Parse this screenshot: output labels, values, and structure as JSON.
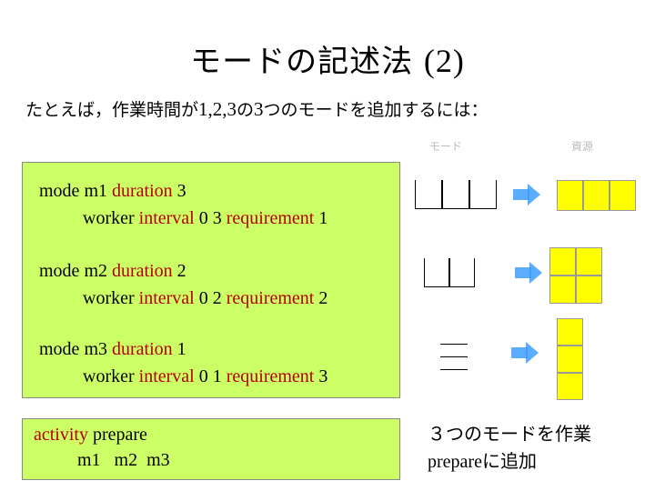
{
  "title": {
    "text": "モードの記述法 ",
    "suffix": "(2)"
  },
  "subtitle": {
    "pre": "たとえば，作業時間が",
    "nums": "1,2,3",
    "mid": "の",
    "num3": "3",
    "post": "つのモードを追加するには："
  },
  "modes": [
    {
      "kw1": "mode",
      "name": "m1",
      "kw2": "duration",
      "duration": "3",
      "res": "worker",
      "kw3": "interval",
      "interval": "0 3",
      "kw4": "requirement",
      "req": "1"
    },
    {
      "kw1": "mode",
      "name": "m2",
      "kw2": "duration",
      "duration": "2",
      "res": "worker",
      "kw3": "interval",
      "interval": "0 2",
      "kw4": "requirement",
      "req": "2"
    },
    {
      "kw1": "mode",
      "name": "m3",
      "kw2": "duration",
      "duration": "1",
      "res": "worker",
      "kw3": "interval",
      "interval": "0 1",
      "kw4": "requirement",
      "req": "3"
    }
  ],
  "activity": {
    "kw": "activity",
    "name": "prepare",
    "modes_line": "m1   m2  m3"
  },
  "diagram": {
    "header_left": "モード",
    "header_right": "資源"
  },
  "caption": {
    "line1": "３つのモードを作業",
    "line2_lat": "prepare",
    "line2_jp": "に追加"
  },
  "colors": {
    "box": "#ccff66",
    "keyword": "#b30000",
    "resource": "#ffff00",
    "arrow": "#3399ff"
  }
}
